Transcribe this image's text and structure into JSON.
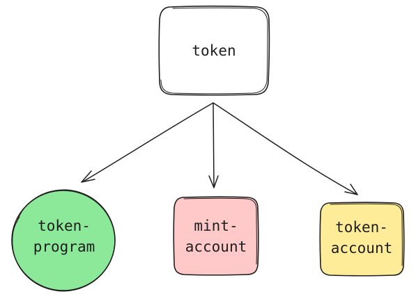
{
  "nodes": {
    "token": {
      "lines": [
        "token"
      ],
      "fill": "#ffffff"
    },
    "token_program": {
      "lines": [
        "token-",
        "program"
      ],
      "fill": "#8ce99a"
    },
    "mint_account": {
      "lines": [
        "mint-",
        "account"
      ],
      "fill": "#ffc9c9"
    },
    "token_account": {
      "lines": [
        "token-",
        "account"
      ],
      "fill": "#ffec99"
    }
  },
  "stroke_color": "#1e1e1e",
  "edges": [
    {
      "from": "token",
      "to": "token_program"
    },
    {
      "from": "token",
      "to": "mint_account"
    },
    {
      "from": "token",
      "to": "token_account"
    }
  ]
}
